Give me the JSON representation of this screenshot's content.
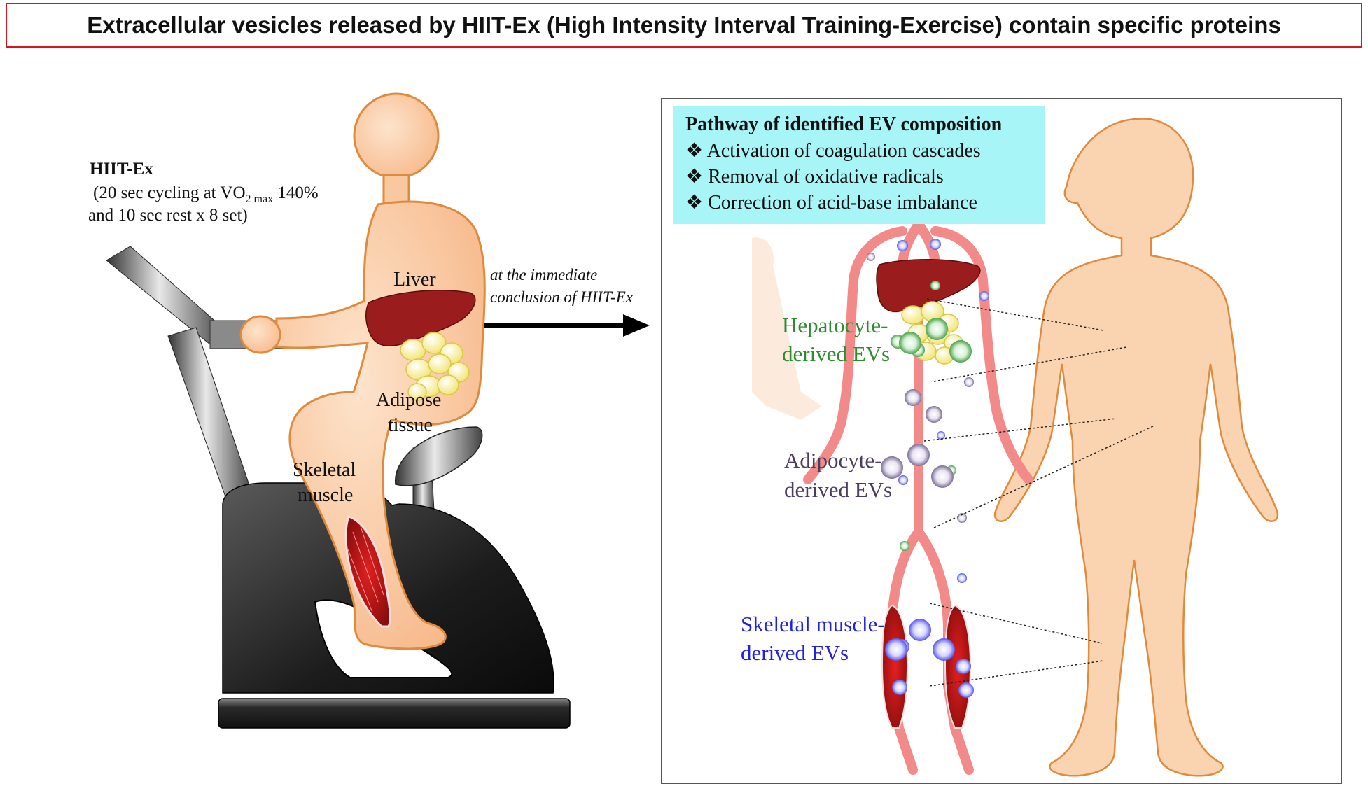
{
  "title": "Extracellular vesicles released by HIIT-Ex (High Intensity Interval Training-Exercise) contain specific proteins",
  "left": {
    "hiit_heading": "HIIT-Ex",
    "hiit_line1_pre": "(20 sec cycling at VO",
    "hiit_line1_sub": "2 max",
    "hiit_line1_post": " 140%",
    "hiit_line2": "and 10 sec rest x 8 set)",
    "label_liver": "Liver",
    "label_adipose_1": "Adipose",
    "label_adipose_2": "tissue",
    "label_muscle_1": "Skeletal",
    "label_muscle_2": "muscle"
  },
  "arrow": {
    "line1": "at the immediate",
    "line2": "conclusion of HIIT-Ex"
  },
  "pathway": {
    "title": "Pathway of identified EV composition",
    "bullet": "❖",
    "items": [
      "Activation of coagulation cascades",
      "Removal of oxidative radicals",
      "Correction of acid-base imbalance"
    ]
  },
  "evs": {
    "hepatocyte_1": "Hepatocyte-",
    "hepatocyte_2": "derived EVs",
    "adipocyte_1": "Adipocyte-",
    "adipocyte_2": "derived EVs",
    "muscle_1": "Skeletal muscle-",
    "muscle_2": "derived EVs"
  },
  "colors": {
    "title_border": "#d9141b",
    "skin": "#f9c49a",
    "skin_outline": "#e08a3c",
    "vessel": "#f08080",
    "liver": "#9b1c1c",
    "hepatocyte_ev": "#2e8b2e",
    "adipocyte_ev": "#4a3d60",
    "muscle_ev": "#2222dd",
    "pathway_bg": "#a8f5f8"
  }
}
